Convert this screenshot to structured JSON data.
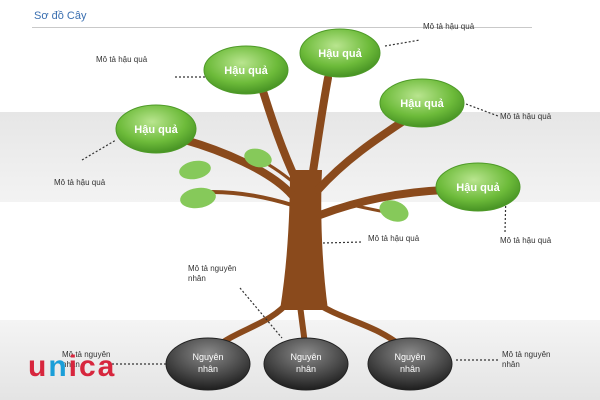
{
  "title": "Sơ đồ Cây",
  "consequence_label": "Hậu quả",
  "cause_label": "Nguyên nhân",
  "consequence_desc": "Mô tả hậu quả",
  "cause_desc": "Mô tả nguyên nhân",
  "labels": {
    "desc_top_left": "Mô tả hậu quả",
    "desc_top_right": "Mô tả hậu quả",
    "desc_left": "Mô tả hậu quả",
    "desc_right_upper": "Mô tả hậu quả",
    "desc_right_lower": "Mô tả hậu quả",
    "desc_trunk": "Mô tả hậu quả",
    "cause_desc_center": "Mô tả nguyên nhân",
    "cause_desc_left": "Mô tả nguyên nhân",
    "cause_desc_right": "Mô tả nguyên nhân"
  },
  "brand": {
    "u": "u",
    "n": "n",
    "ica": "ica"
  },
  "colors": {
    "consequence": "#6dbb3a",
    "trunk": "#8a4a1c",
    "cause": "#3d3d3d",
    "leaf": "#86c95a"
  }
}
